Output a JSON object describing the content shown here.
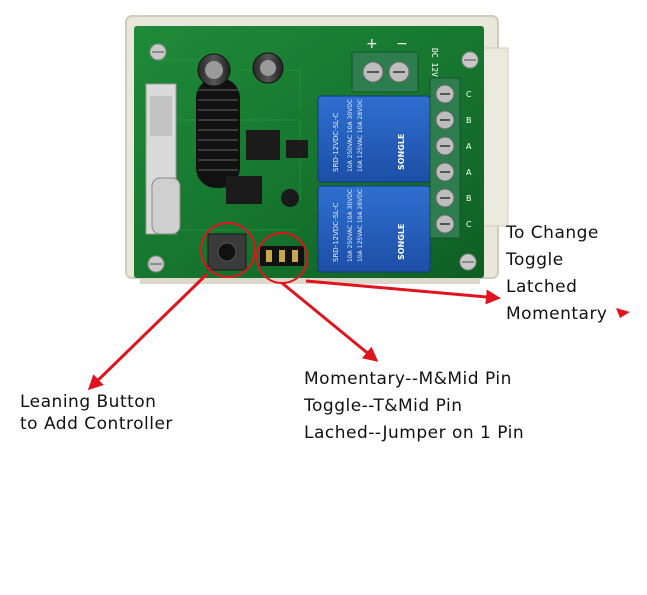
{
  "board": {
    "pcb_markings": {
      "dc_input": "DC 12V",
      "polarity_plus": "+",
      "polarity_minus": "−",
      "terminal_labels_top": [
        "C",
        "B",
        "A"
      ],
      "terminal_labels_bottom": [
        "A",
        "B",
        "C"
      ]
    },
    "relays": [
      {
        "brand": "SONGLE",
        "model": "SRD-12VDC-SL-C",
        "rating_1": "10A 250VAC  10A 30VDC",
        "rating_2": "10A 125VAC  10A 28VDC"
      },
      {
        "brand": "SONGLE",
        "model": "SRD-12VDC-SL-C",
        "rating_1": "10A 250VAC  10A 30VDC",
        "rating_2": "10A 125VAC  10A 28VDC"
      }
    ]
  },
  "annotations": {
    "mode_change": {
      "lines": [
        "To Change",
        "Toggle",
        "Latched",
        "Momentary"
      ]
    },
    "jumper_settings": {
      "lines": [
        "Momentary--M&Mid Pin",
        "Toggle--T&Mid Pin",
        "Lached--Jumper on 1 Pin"
      ]
    },
    "learn_button": {
      "lines": [
        "Leaning Button",
        "to Add Controller"
      ]
    },
    "highlight_color": "#e0141e"
  }
}
